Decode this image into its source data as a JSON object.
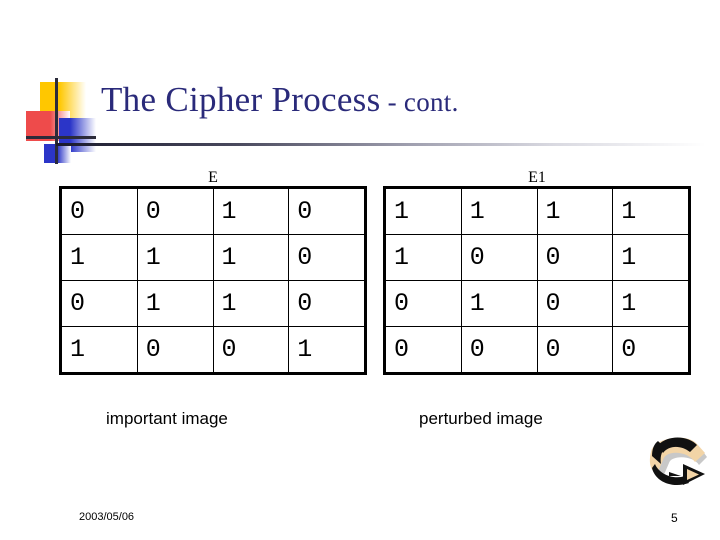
{
  "slide": {
    "title_main": "The Cipher Process",
    "title_suffix": " - cont.",
    "logo_name": "powerpoint-design-logo"
  },
  "matrices": [
    {
      "label": "E",
      "caption": "important image",
      "rows": [
        [
          "0",
          "0",
          "1",
          "0"
        ],
        [
          "1",
          "1",
          "1",
          "0"
        ],
        [
          "0",
          "1",
          "1",
          "0"
        ],
        [
          "1",
          "0",
          "0",
          "1"
        ]
      ]
    },
    {
      "label": "E1",
      "caption": "perturbed image",
      "rows": [
        [
          "1",
          "1",
          "1",
          "1"
        ],
        [
          "1",
          "0",
          "0",
          "1"
        ],
        [
          "0",
          "1",
          "0",
          "1"
        ],
        [
          "0",
          "0",
          "0",
          "0"
        ]
      ]
    }
  ],
  "footer": {
    "date": "2003/05/06",
    "page_number": "5"
  },
  "icons": {
    "swoosh_arrow": "curved-right-arrow-icon"
  },
  "colors": {
    "title": "#2A2A7A",
    "logo_yellow": "#FFC700",
    "logo_red": "#EE4B4B",
    "logo_blue": "#2B35C8",
    "rule_dark": "#1A1A2E",
    "arrow_dark": "#151515",
    "arrow_light": "#F0CFA0",
    "table_border": "#000000",
    "background": "#FFFFFF"
  }
}
